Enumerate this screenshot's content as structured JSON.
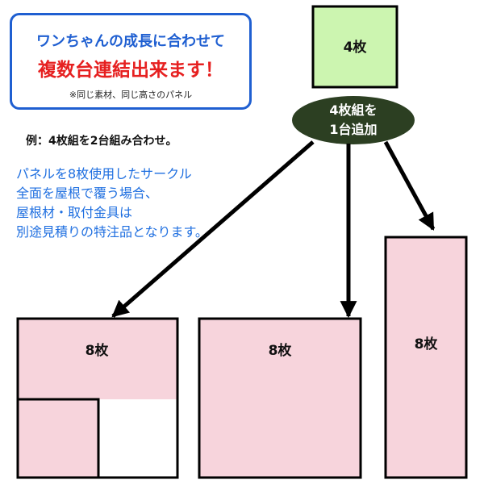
{
  "notice": {
    "line1": "ワンちゃんの成長に合わせて",
    "line2": "複数台連結出来ます！",
    "note": "※同じ素材、同じ高さのパネル"
  },
  "example": "例：4枚組を2台組み合わせ。",
  "info_lines": [
    "パネルを8枚使用したサークル",
    "全面を屋根で覆う場合、",
    "屋根材・取付金具は",
    "別途見積りの特注品となります。"
  ],
  "top_panel": {
    "label": "4枚"
  },
  "add_bubble": {
    "line1": "4枚組を",
    "line2": "1台追加"
  },
  "panels": [
    {
      "label": "8枚"
    },
    {
      "label": "8枚"
    },
    {
      "label": "8枚"
    }
  ],
  "colors": {
    "green_panel": "#ccf5b0",
    "pink_panel": "#f7d4dc",
    "bubble": "#2c3f22",
    "border_blue": "#1f5fd1",
    "title_red": "#e62020",
    "text_blue": "#1f6fe0"
  }
}
